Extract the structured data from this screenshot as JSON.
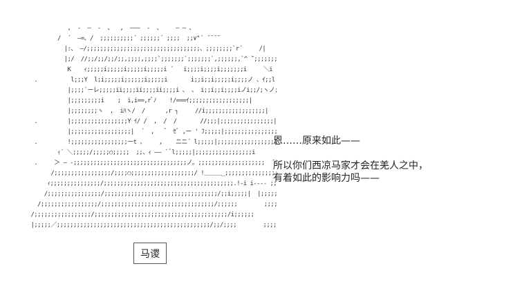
{
  "art": {
    "character_name": "马谡",
    "lines": [
      "              ,  -  ―  -  、  ,  ―――  -  、    ― ― 、",
      "           /  ´  ―=、/  ;;;;;;;;;;´ ;;;;;;´ ;;;;  ;;∨\"´ ̄ ̄ ̄ ̄",
      "             |:、 ―/;;;;;;;;;;;;;;;;;;;;;;;;;;;;;;;;;;、;;;;;;;;`r´     /|",
      "             |;/  //;;/;;/;;/;;,;;;;,;;;;`;;;;;;;`;;;;;;;`,;;;;;;,`^ ̄`;;;;;;;;|",
      "              K    ｨ;;;;;i;;;;;i;;;;;i;;;;;i ´   i;;;;i;;;;i;;;;;;;i     ＼i",
      "    .          l;;;Y  l;i;;;;;i;;;;;;i;;;;;i       i;;i;;i;;;;;i;;;;ノ 、ｲ;;l",
      "              |;;;;`ーレ;;;;;ii;;;;ii;;;;ii;;;;i 、 、 i;;i;;i;;;;iノi;;/;ヽノ;;;;;|",
      "              |;;;;;;;;;i    ;  i,i==,rﾞﾉ    !/===ｲ;;;;;;;;;;;;;;;;;;|",
      "              |;;;;;;;;ヽ  ,  iﾊヽ/  /      ,r ┐     //i;;;;;;;;;;;;;;;;;;|",
      "    .         |;;;;;;;;;;;;;;;;;Y ｲ/ /  ,  /  /       //;;;|;;;;;;;;;;;;;;;;|",
      "              |;;;;;;;;;;;;;;;;;;|  ´  ,   ゛ ｾﾞ ,ー ' ﾌ;;;;;|;;;;;;;;;;;;;;;;;|",
      "    .         !;;;;;;;;;;;;;;;;;ーt 、    ,    ニニ´ l;;;;;|;;;;;;;;;;;;;;;;;|",
      "           ｨ´ ＼;;;;;/;;;;;○;;;;;  ;;、ｨ ―― ´ ﾞl;;;;;|;;;;;;;;;;;;;;;;;i",
      "    .     ＞ ― -;;;;;;;;;;;;;;;;;;;;;;;;;;;;;;;;;;ノ。;;;;;;;;;;;;;;;;;;;;  ̄ ̄ ̄ ̄ ̄ 、",
      "         /;;;;;;;;;;;;;;;;;/;;;;○;;;;;;;;;;;;;;;;;;;/ !＿＿＿_;;;;;;;;;;;;;;;;;;;;;;;;;;;;;;;;i;;;;;;;;;;;;;;;  、",
      "        ｨ;;;;;;;;;;;;;;;/;;;;;;;;;;;;;;;;;;;;;;;;;;;;;;;;;;;;;;;.!-i i---- ;;;;;;;;;;;;;;;;;;;;;;;;;;;;;;|;;;;;;;;;;;;;;;;;|;;;;i",
      "       /;;;;;;;;;;;;;;;;/;;;;;;;;;;;;;;;;;;;;;;;;;;;;;;;;;;/;;i;;;;;|  |;;;;;;;;;;;;;;;;;;;;;;;;;;;;;;;;;;;;;;;;;;;|;;;;;;;;;;;;;;;;;|;;;;i",
      "     /;;;;;;;;;;;;;;;;;/;;;;;;;;;;;;;;;;;;;;;;;;;;;;;;;;;;/;;;;;;        ;;;;;;;;;;;;;;;;;;;;;;;;;;;;;;;;;;|;;;;;;;;;;;;;;;;;|;;;/",
      "   /;;;;;;;;;;;;;;;;;/;;;;;;;;;;;;;;;;;;;;;;;;;;;;;;;;;;;;;;;;/i;;;;;;        ;;;;;;;;;;;;;;;;;;;;;;;;;;;;;;;;;;|;;;;;;;;;;;;;;;;ｲ;;ｨ",
      "   |;;;;;／;;;;;;;;;;;;;;;;;;;;;;;;;;;;;;;;;;;;;;;;;;;;;;/;;/;;;;        ;;;;;;;;;;;;;;;;;;;;;;;;;;;;;;;;;;/;;;;;;;;;;;;;;;;/;;;;;;;ヽ、"
    ]
  },
  "dialogue": {
    "line1": "恩……原来如此——",
    "line2": "所以你们西凉马家才会在羌人之中，",
    "line3": "有着如此的影响力吗——"
  }
}
